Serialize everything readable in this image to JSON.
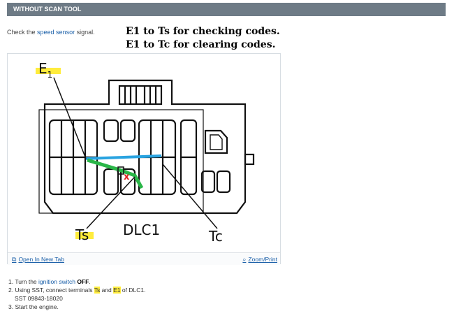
{
  "header": {
    "title": "WITHOUT SCAN TOOL"
  },
  "intro": {
    "prefix": "Check the ",
    "link": "speed sensor",
    "suffix": " signal."
  },
  "codes": {
    "line1": "E1 to Ts for checking codes.",
    "line2": "E1 to Tc for clearing codes."
  },
  "figure": {
    "label_e": "E",
    "label_e_sub": "1",
    "label_ts": "Ts",
    "label_dlc": "DLC1",
    "label_tc": "Tc",
    "marker": "x",
    "jumper_color": "#2ab648",
    "bar_color": "#29a3e0",
    "marker_color": "#e02020",
    "highlight_color": "#ffec3d",
    "open_tab": "Open In New Tab",
    "zoom_print": "Zoom/Print",
    "open_tab_icon": "external-link-icon",
    "zoom_icon": "magnifier-icon"
  },
  "steps": [
    {
      "num": "1.",
      "pre": "Turn the ",
      "link": "ignition switch",
      "mid": " ",
      "bold": "OFF",
      "post": "."
    },
    {
      "num": "2.",
      "pre": "Using SST, connect terminals ",
      "hl1": "Ts",
      "and": " and ",
      "hl2": "E1",
      "post": " of DLC1."
    },
    {
      "sst": "SST 09843-18020"
    },
    {
      "num": "3.",
      "text": "Start the engine."
    }
  ]
}
